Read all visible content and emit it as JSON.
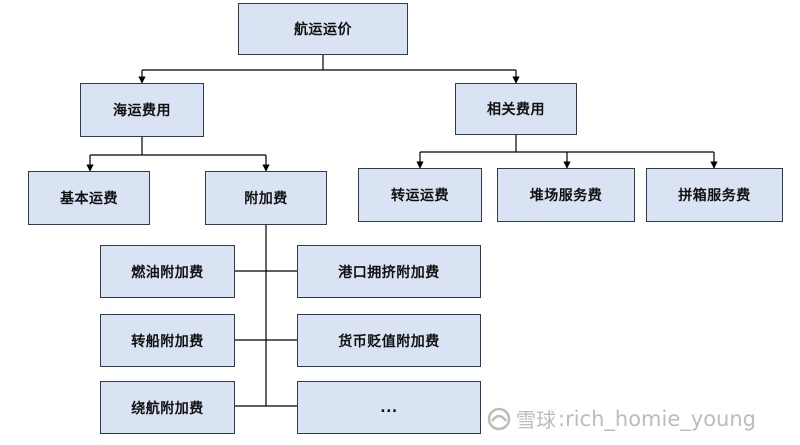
{
  "diagram": {
    "root": "航运运价",
    "branches": {
      "ocean": "海运费用",
      "related": "相关费用"
    },
    "ocean_children": {
      "basic": "基本运费",
      "surcharge": "附加费"
    },
    "related_children": {
      "transfer": "转运运费",
      "yard": "堆场服务费",
      "consolidation": "拼箱服务费"
    },
    "surcharges": {
      "fuel": "燃油附加费",
      "port_congestion": "港口拥挤附加费",
      "transshipment": "转船附加费",
      "currency": "货币贬值附加费",
      "detour": "绕航附加费",
      "more": "..."
    }
  },
  "watermark": {
    "brand": "雪球",
    "handle": "rich_homie_young"
  },
  "colors": {
    "box_fill": "#dae3f3",
    "box_border": "#2f3b4f",
    "line": "#000000",
    "watermark": "#bcbcbc"
  }
}
